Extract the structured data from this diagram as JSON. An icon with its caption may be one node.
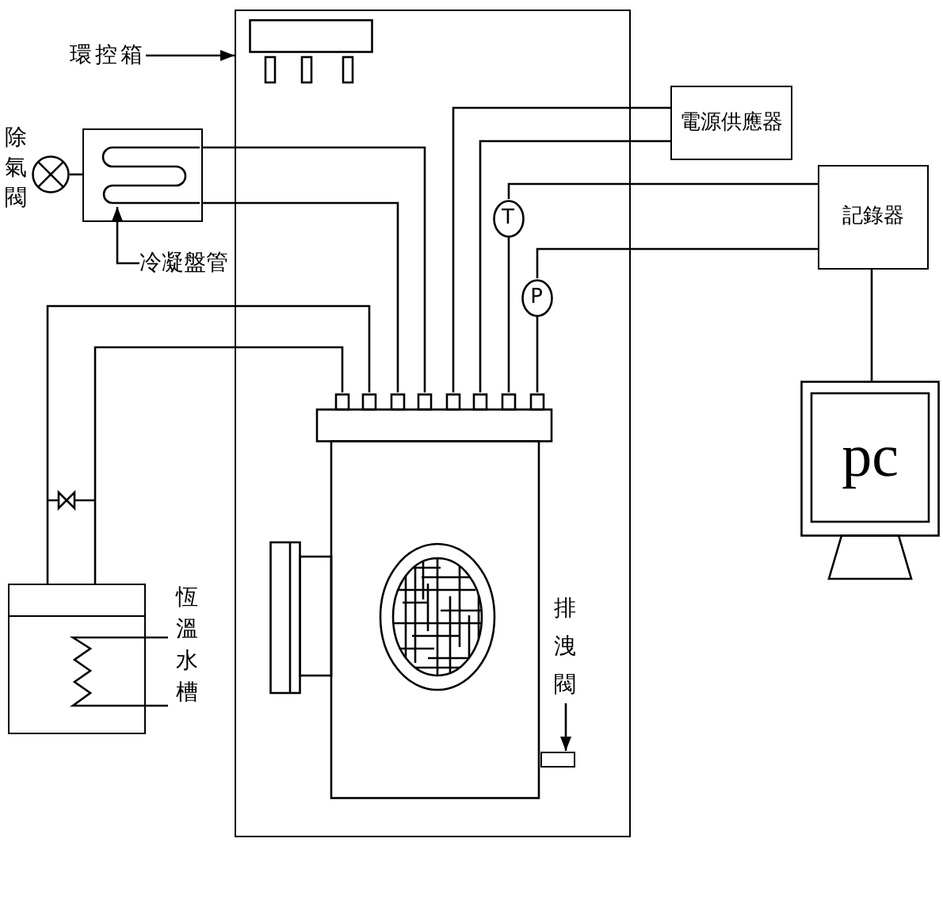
{
  "diagram": {
    "nodes": [
      {
        "text": [
          "環控箱"
        ]
      },
      {
        "text": [],
        "shape": "box"
      },
      {
        "text": [],
        "shape": "circle",
        "beside": [
          "除氣閥"
        ]
      },
      {
        "text": [],
        "shape": "box"
      },
      {
        "text": [],
        "shape": "picture",
        "in": 3
      },
      {
        "text": [
          "冷凝盤管"
        ]
      },
      {
        "text": [
          "電源供應器"
        ]
      },
      {
        "text": [
          "記錄器"
        ]
      },
      {
        "text": [
          "T"
        ],
        "in": 1
      },
      {
        "text": [
          "P"
        ],
        "in": 1
      },
      {
        "text": [
          "pc"
        ]
      },
      {
        "text": [],
        "shape": "picture",
        "in": 1
      },
      {
        "text": [],
        "shape": "box",
        "beside": [
          "恆溫水槽"
        ]
      },
      {
        "text": [
          "排洩閥"
        ],
        "in": 1
      },
      {
        "text": [],
        "shape": "box",
        "in": 1
      }
    ],
    "edges": [
      {
        "from": 0,
        "to": 1,
        "arrow": "to"
      },
      {
        "from": 5,
        "to": 4,
        "arrow": "to"
      },
      {
        "from": 2,
        "to": 3,
        "arrow": "none"
      },
      {
        "from": 3,
        "to": 11,
        "arrow": "none"
      },
      {
        "from": 3,
        "to": 11,
        "arrow": "none"
      },
      {
        "from": 6,
        "to": 11,
        "arrow": "none"
      },
      {
        "from": 6,
        "to": 11,
        "arrow": "none"
      },
      {
        "from": 11,
        "to": 8,
        "arrow": "none"
      },
      {
        "from": 8,
        "to": 7,
        "arrow": "none"
      },
      {
        "from": 11,
        "to": 9,
        "arrow": "none"
      },
      {
        "from": 9,
        "to": 7,
        "arrow": "none"
      },
      {
        "from": 7,
        "to": 10,
        "arrow": "none"
      },
      {
        "from": 12,
        "to": 11,
        "arrow": "none"
      },
      {
        "from": 12,
        "to": 11,
        "arrow": "none"
      },
      {
        "from": 13,
        "to": 14,
        "arrow": "to"
      }
    ]
  }
}
